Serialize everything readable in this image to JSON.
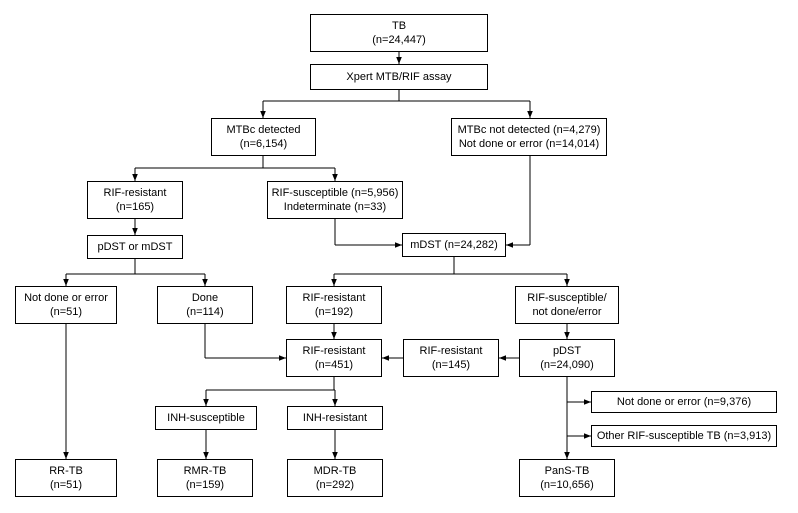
{
  "flowchart": {
    "tb": [
      "TB",
      "(n=24,447)"
    ],
    "xpert": [
      "Xpert MTB/RIF assay"
    ],
    "mtbc_detected": [
      "MTBc detected",
      "(n=6,154)"
    ],
    "mtbc_not_detected": [
      "MTBc not detected (n=4,279)",
      "Not done or error (n=14,014)"
    ],
    "rif_resistant_xpert": [
      "RIF-resistant",
      "(n=165)"
    ],
    "rif_susceptible_xpert": [
      "RIF-susceptible (n=5,956)",
      "Indeterminate (n=33)"
    ],
    "pdst_or_mdst": [
      "pDST or mDST"
    ],
    "mdst": [
      "mDST (n=24,282)"
    ],
    "not_done_error_51": [
      "Not done or error",
      "(n=51)"
    ],
    "done_114": [
      "Done",
      "(n=114)"
    ],
    "rif_resistant_192": [
      "RIF-resistant",
      "(n=192)"
    ],
    "rif_susceptible_notdone": [
      "RIF-susceptible/",
      "not done/error"
    ],
    "rif_resistant_451": [
      "RIF-resistant",
      "(n=451)"
    ],
    "rif_resistant_145": [
      "RIF-resistant",
      "(n=145)"
    ],
    "pdst": [
      "pDST",
      "(n=24,090)"
    ],
    "not_done_error_9376": [
      "Not done or error (n=9,376)"
    ],
    "other_rif_susceptible": [
      "Other RIF-susceptible TB (n=3,913)"
    ],
    "inh_susceptible": [
      "INH-susceptible"
    ],
    "inh_resistant": [
      "INH-resistant"
    ],
    "rr_tb": [
      "RR-TB",
      "(n=51)"
    ],
    "rmr_tb": [
      "RMR-TB",
      "(n=159)"
    ],
    "mdr_tb": [
      "MDR-TB",
      "(n=292)"
    ],
    "pans_tb": [
      "PanS-TB",
      "(n=10,656)"
    ]
  }
}
